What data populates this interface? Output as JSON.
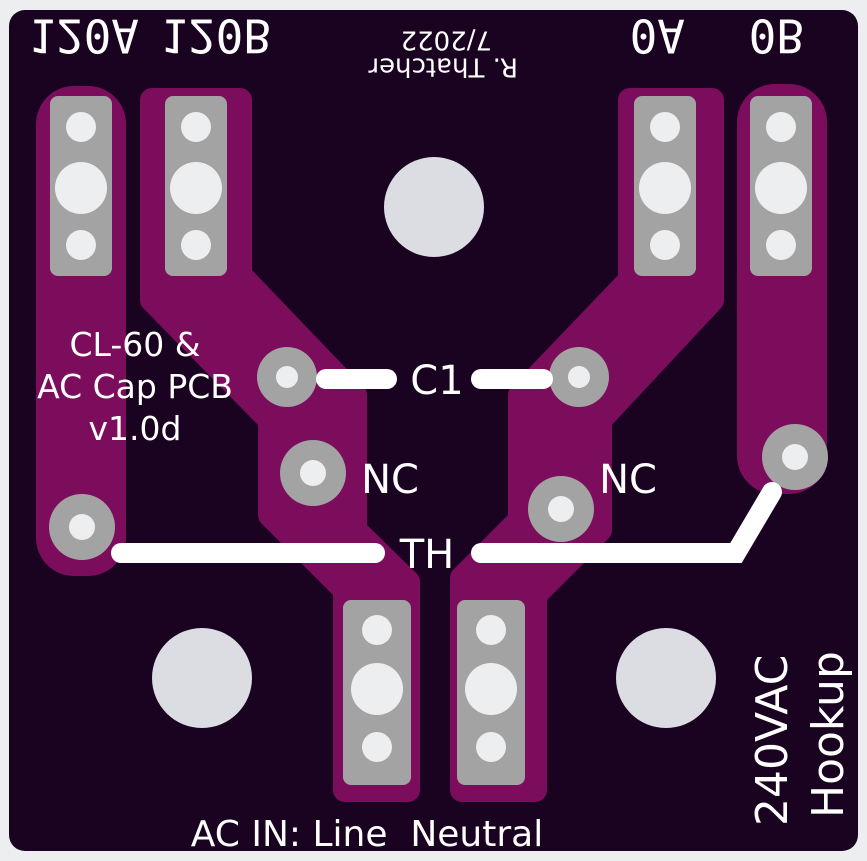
{
  "silkscreen": {
    "header_120A": "120A",
    "header_120B": "120B",
    "header_0A": "0A",
    "header_0B": "0B",
    "author": "R. Thatcher",
    "date": "7/2022",
    "board_name_line1": "CL-60 &",
    "board_name_line2": "AC Cap PCB",
    "board_version": "v1.0d",
    "c1": "C1",
    "nc_left": "NC",
    "nc_right": "NC",
    "th": "TH",
    "hookup_line1": "240VAC",
    "hookup_line2": "Hookup",
    "ac_in": "AC IN: Line  Neutral"
  },
  "colors": {
    "background": "#eceef0",
    "board": "#1a0320",
    "copper": "#7c0d5c",
    "pad": "#a3a3a3",
    "silk": "#ffffff",
    "hole": "#dcdde2"
  }
}
